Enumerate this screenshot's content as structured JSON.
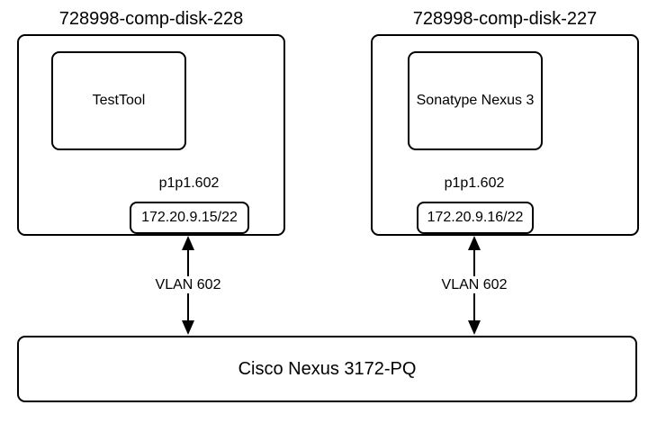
{
  "hosts": [
    {
      "title": "728998-comp-disk-228",
      "app": "TestTool",
      "interface": "p1p1.602",
      "ip": "172.20.9.15/22",
      "vlan": "VLAN 602"
    },
    {
      "title": "728998-comp-disk-227",
      "app": "Sonatype Nexus 3",
      "interface": "p1p1.602",
      "ip": "172.20.9.16/22",
      "vlan": "VLAN 602"
    }
  ],
  "switch": {
    "label": "Cisco Nexus 3172-PQ"
  },
  "colors": {
    "stroke": "#000000",
    "background": "#ffffff",
    "text": "#000000"
  }
}
